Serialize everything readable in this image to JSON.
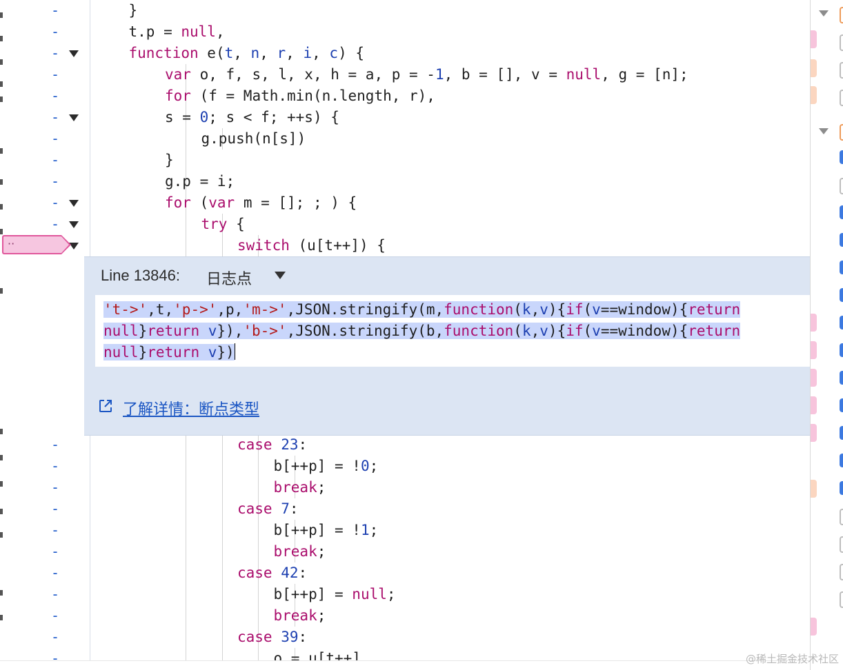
{
  "code_lines": [
    {
      "text": "}",
      "fold": false
    },
    {
      "text": "t.p = null,",
      "fold": false
    },
    {
      "text": "function e(t, n, r, i, c) {",
      "fold": true
    },
    {
      "text": "var o, f, s, l, x, h = a, p = -1, b = [], v = null, g = [n];",
      "fold": false
    },
    {
      "text": "for (f = Math.min(n.length, r),",
      "fold": false
    },
    {
      "text": "s = 0; s < f; ++s) {",
      "fold": true
    },
    {
      "text": "g.push(n[s])",
      "fold": false
    },
    {
      "text": "}",
      "fold": false
    },
    {
      "text": "g.p = i;",
      "fold": false
    },
    {
      "text": "for (var m = []; ; ) {",
      "fold": true
    },
    {
      "text": "try {",
      "fold": true
    },
    {
      "text": "switch (u[t++]) {",
      "fold": true
    },
    {
      "text": "case 23:",
      "fold": false
    },
    {
      "text": "b[++p] = !0;",
      "fold": false
    },
    {
      "text": "break;",
      "fold": false
    },
    {
      "text": "case 7:",
      "fold": false
    },
    {
      "text": "b[++p] = !1;",
      "fold": false
    },
    {
      "text": "break;",
      "fold": false
    },
    {
      "text": "case 42:",
      "fold": false
    },
    {
      "text": "b[++p] = null;",
      "fold": false
    },
    {
      "text": "break;",
      "fold": false
    },
    {
      "text": "case 39:",
      "fold": false
    },
    {
      "text": "o = u[t++]",
      "fold": false
    }
  ],
  "gutter_marker": "-",
  "breakpoint": {
    "dots": "··",
    "type": "logpoint"
  },
  "logpoint_panel": {
    "line_label": "Line 13846:",
    "type_label": "日志点",
    "expression_lines": [
      "'t->',t,'p->',p,'m->',JSON.stringify(m,function(k,v){if(v==window){return",
      "null}return v}),'b->',JSON.stringify(b,function(k,v){if(v==window){return",
      "null}return v})"
    ],
    "learn_more_label": "了解详情：断点类型"
  },
  "watermark": "@稀土掘金技术社区",
  "icons": {
    "fold": "triangle-down-icon",
    "dropdown": "chevron-down-icon",
    "external_link": "external-link-icon"
  },
  "colors": {
    "keyword": "#aa0d6c",
    "number": "#1c3fb0",
    "string": "#b31a1a",
    "panel_bg": "#dce5f3",
    "selection": "#c9d6fb",
    "breakpoint_fill": "#f6c6e0",
    "breakpoint_border": "#e0569b",
    "link": "#1a55c3"
  }
}
